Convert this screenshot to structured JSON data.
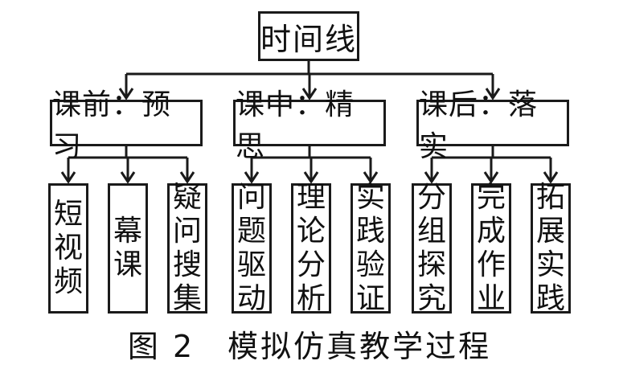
{
  "diagram": {
    "root": "时间线",
    "groups": [
      {
        "label": "课前：预习",
        "children": [
          "短视频",
          "幕课",
          "疑问搜集"
        ]
      },
      {
        "label": "课中：精思",
        "children": [
          "问题驱动",
          "理论分析",
          "实践验证"
        ]
      },
      {
        "label": "课后：落实",
        "children": [
          "分组探究",
          "完成作业",
          "拓展实践"
        ]
      }
    ]
  },
  "caption": "图 2　模拟仿真教学过程"
}
